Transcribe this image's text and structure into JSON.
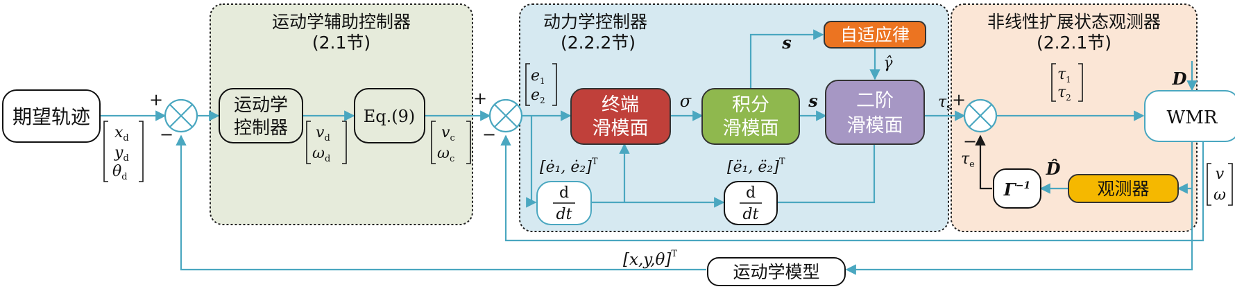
{
  "regions": {
    "kinematic": {
      "title": "运动学辅助控制器",
      "section": "(2.1节)",
      "color": "#e6ebdb"
    },
    "dynamic": {
      "title": "动力学控制器",
      "section": "(2.2.2节)",
      "color": "#d6e9f1"
    },
    "observer": {
      "title": "非线性扩展状态观测器",
      "section": "(2.2.1节)",
      "color": "#fbe6d6"
    }
  },
  "blocks": {
    "desired": "期望轨迹",
    "kin_ctrl_line1": "运动学",
    "kin_ctrl_line2": "控制器",
    "eq9": "Eq.(9)",
    "terminal_line1": "终端",
    "terminal_line2": "滑模面",
    "integral_line1": "积分",
    "integral_line2": "滑模面",
    "second_line1": "二阶",
    "second_line2": "滑模面",
    "adaptive": "自适应律",
    "wmr": "WMR",
    "observer": "观测器",
    "gamma_inv": "Γ",
    "gamma_sup": "−1",
    "deriv_num": "d",
    "deriv_den": "dt",
    "kin_model": "运动学模型"
  },
  "signs": {
    "plus": "+",
    "minus": "−"
  },
  "signals": {
    "xd": "x",
    "yd": "y",
    "thetad": "θ",
    "sub_d": "d",
    "vd": "v",
    "wd": "ω",
    "vc": "v",
    "wc": "ω",
    "sub_c": "c",
    "e1": "e",
    "e2": "e",
    "sub_1": "1",
    "sub_2": "2",
    "sigma": "σ",
    "s": "s",
    "gamma_hat": "γ̂",
    "tau_s": "τ",
    "sub_s": "s",
    "tau1": "τ",
    "tau2": "τ",
    "D": "D",
    "D_hat": "D̂",
    "tau_e": "τ",
    "sub_e": "e",
    "v": "v",
    "w": "ω",
    "edot_vec": "[ė₁, ė₂]",
    "eddot_vec": "[ë₁, ë₂]",
    "state_vec": "[x,y,θ]",
    "transpose": "T"
  },
  "colors": {
    "flow": "#4aa7c0",
    "terminal": "#c0403a",
    "integral": "#8fb84e",
    "second": "#a697c4",
    "adaptive": "#ec7421",
    "observer": "#f5b800",
    "wmr_border": "#4aa7c0"
  }
}
